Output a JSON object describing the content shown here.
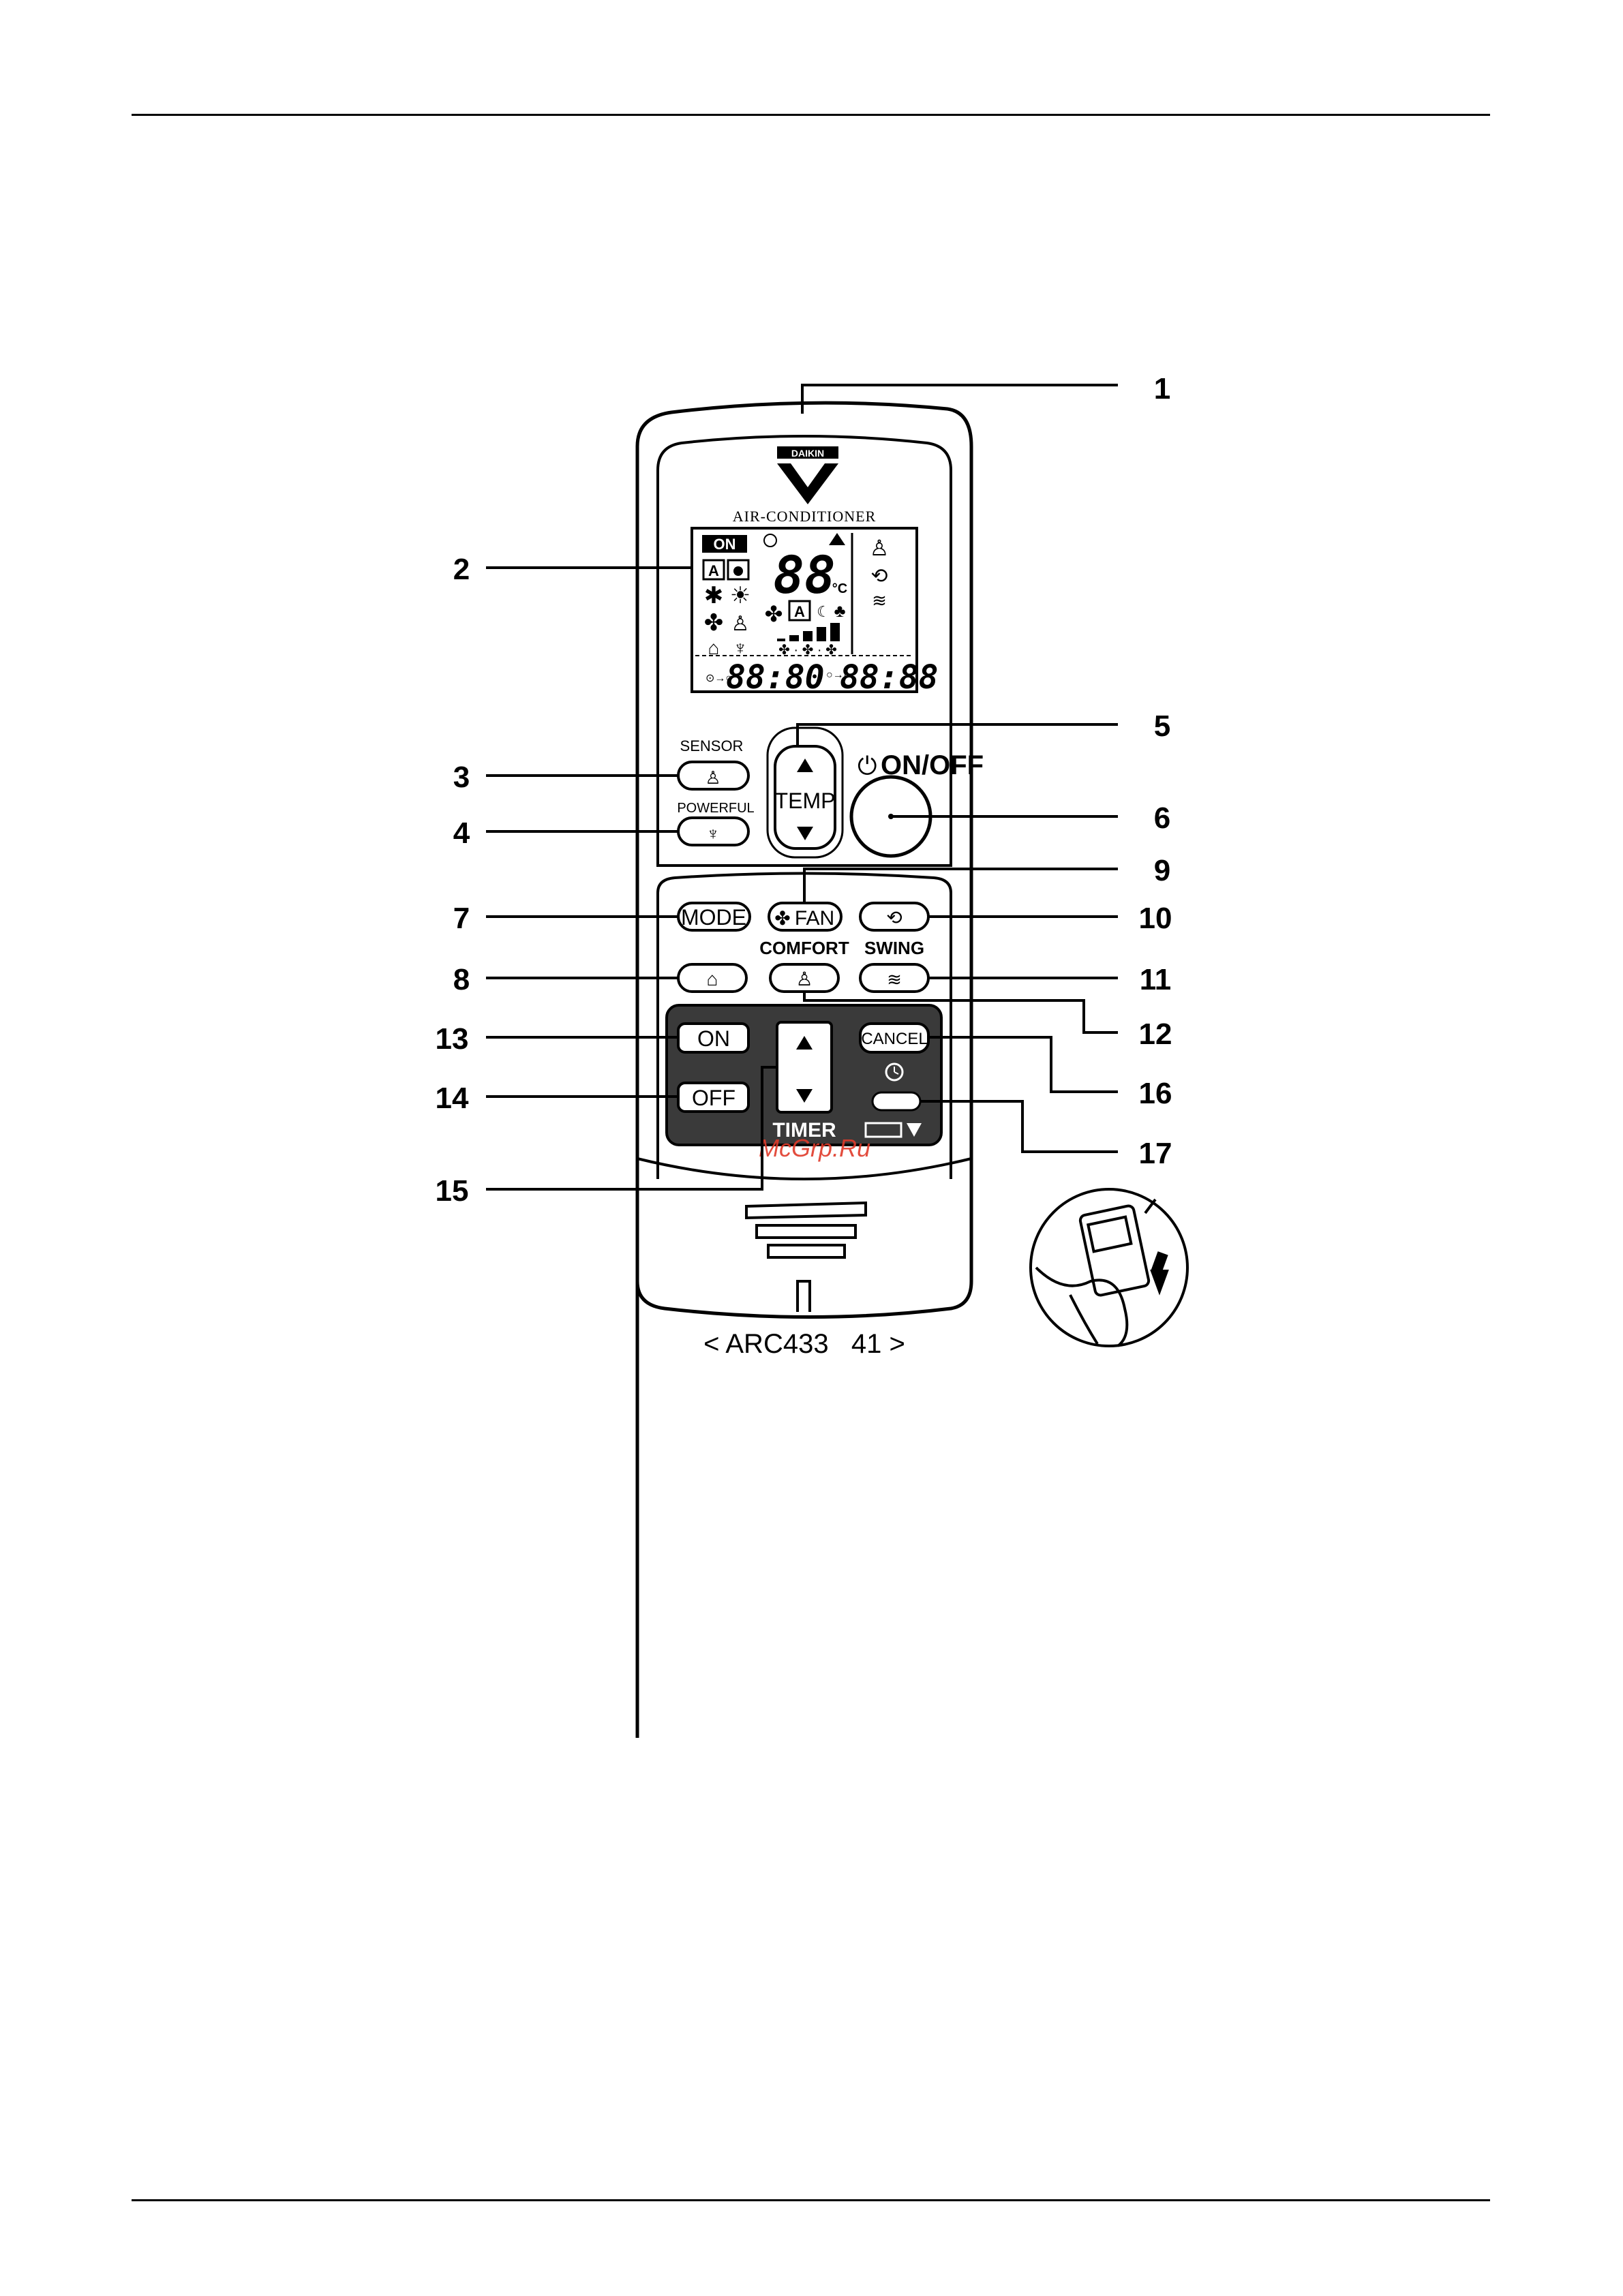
{
  "remote": {
    "brand": "DAIKIN",
    "product_line": "AIR-CONDITIONER",
    "model": "< ARC433   41 >",
    "display": {
      "on_indicator": "ON",
      "mode_auto": "A",
      "temperature": "88",
      "temp_unit": "°C",
      "fan_auto": "A",
      "on_timer": "88:80",
      "off_timer": "88:88"
    },
    "buttons": {
      "sensor": "SENSOR",
      "powerful": "POWERFUL",
      "temp": "TEMP",
      "on_off": "ON/OFF",
      "mode": "MODE",
      "fan": "FAN",
      "comfort": "COMFORT",
      "swing": "SWING",
      "timer_on": "ON",
      "timer_off": "OFF",
      "cancel": "CANCEL",
      "timer": "TIMER"
    }
  },
  "callouts": [
    "1",
    "2",
    "3",
    "4",
    "5",
    "6",
    "7",
    "8",
    "9",
    "10",
    "11",
    "12",
    "13",
    "14",
    "15",
    "16",
    "17"
  ],
  "watermark": "McGrp.Ru"
}
